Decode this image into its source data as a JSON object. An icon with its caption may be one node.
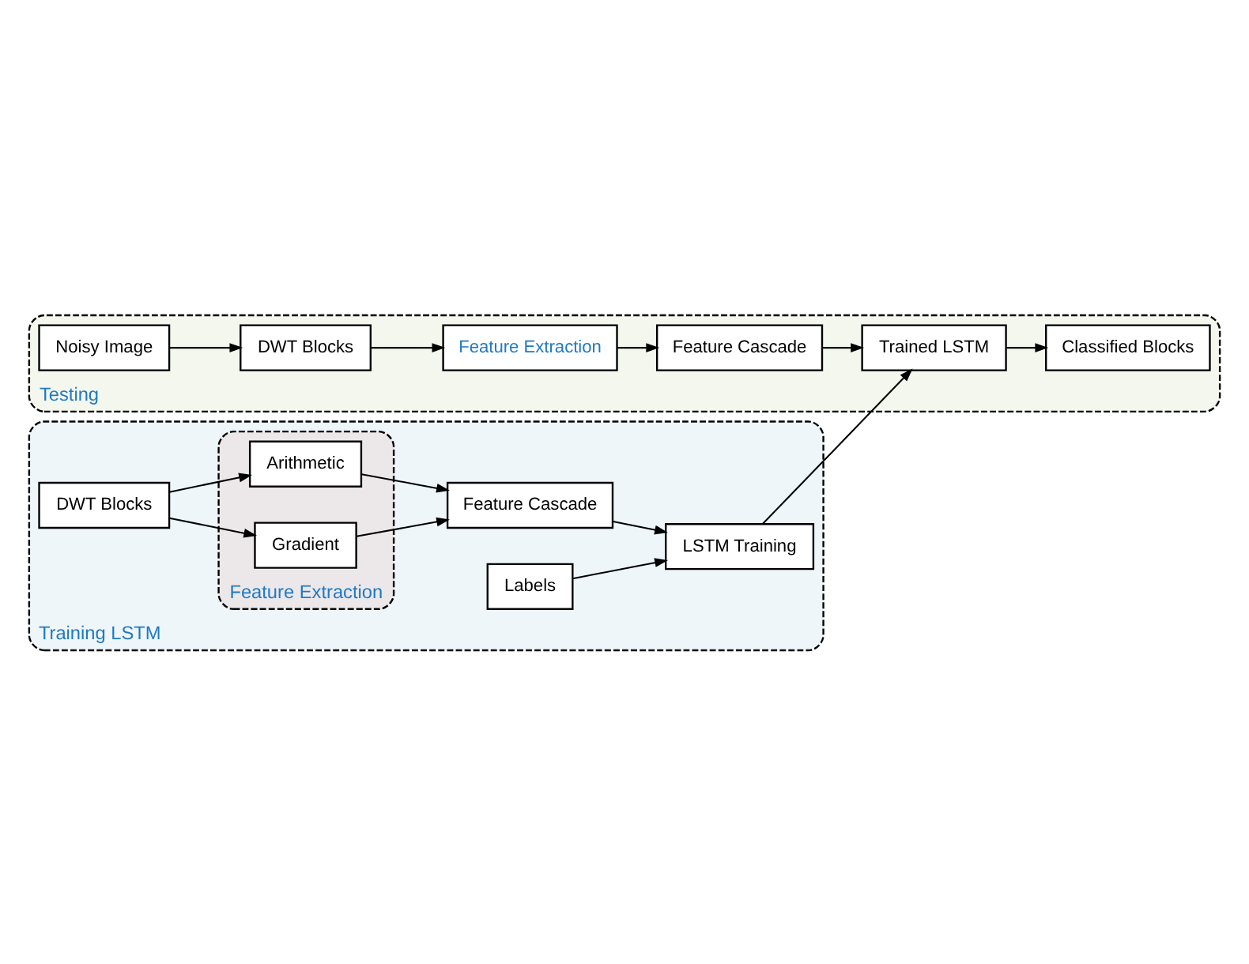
{
  "diagram": {
    "nodes": [
      {
        "text": [
          "Training LSTM"
        ]
      },
      {
        "text": [
          "Feature Extraction"
        ],
        "in": 0
      },
      {
        "text": [
          "DWT Blocks"
        ],
        "in": 0
      },
      {
        "text": [
          "Arithmetic"
        ],
        "in": 1
      },
      {
        "text": [
          "Gradient"
        ],
        "in": 1
      },
      {
        "text": [
          "Feature Cascade"
        ],
        "in": 0
      },
      {
        "text": [
          "LSTM Training"
        ],
        "in": 0
      },
      {
        "text": [
          "Labels"
        ],
        "in": 0
      },
      {
        "text": [
          "Testing"
        ]
      },
      {
        "text": [
          "Noisy Image"
        ],
        "in": 8
      },
      {
        "text": [
          "DWT Blocks"
        ],
        "in": 8
      },
      {
        "text": [
          "Feature Extraction"
        ],
        "in": 8
      },
      {
        "text": [
          "Feature Cascade"
        ],
        "in": 8
      },
      {
        "text": [
          "Trained LSTM"
        ],
        "in": 8
      },
      {
        "text": [
          "Classified Blocks"
        ],
        "in": 8
      }
    ],
    "edges": [
      {
        "from": 2,
        "to": 3,
        "arrow": "to"
      },
      {
        "from": 2,
        "to": 4,
        "arrow": "to"
      },
      {
        "from": 3,
        "to": 5,
        "arrow": "to"
      },
      {
        "from": 4,
        "to": 5,
        "arrow": "to"
      },
      {
        "from": 5,
        "to": 6,
        "arrow": "to"
      },
      {
        "from": 7,
        "to": 6,
        "arrow": "to"
      },
      {
        "from": 6,
        "to": 13,
        "arrow": "to"
      },
      {
        "from": 9,
        "to": 10,
        "arrow": "to"
      },
      {
        "from": 10,
        "to": 11,
        "arrow": "to"
      },
      {
        "from": 11,
        "to": 12,
        "arrow": "to"
      },
      {
        "from": 12,
        "to": 13,
        "arrow": "to"
      },
      {
        "from": 13,
        "to": 14,
        "arrow": "to"
      }
    ]
  }
}
